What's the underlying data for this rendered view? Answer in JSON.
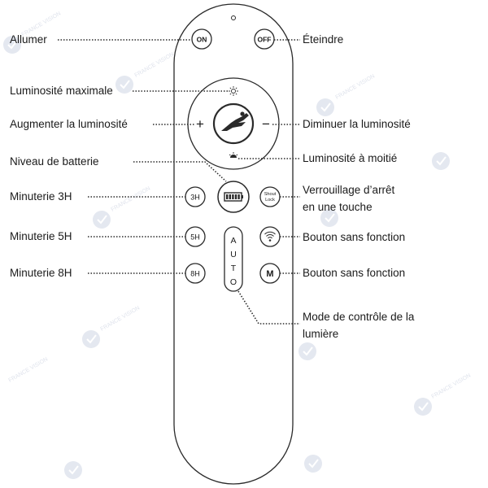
{
  "labels": {
    "allumer": "Allumer",
    "eteindre": "Éteindre",
    "lum_max": "Luminosité maximale",
    "augmenter": "Augmenter la luminosité",
    "diminuer": "Diminuer la luminosité",
    "lum_moitie": "Luminosité à moitié",
    "batterie": "Niveau de batterie",
    "min3": "Minuterie 3H",
    "verrouillage_1": "Verrouillage d’arrêt",
    "verrouillage_2": "en une touche",
    "min5": "Minuterie 5H",
    "sans_fonction_1": "Bouton sans fonction",
    "min8": "Minuterie 8H",
    "sans_fonction_2": "Bouton sans fonction",
    "mode_1": "Mode de contrôle de la",
    "mode_2": "lumière"
  },
  "buttons": {
    "on": "ON",
    "off": "OFF",
    "plus": "+",
    "minus": "−",
    "h3": "3H",
    "h5": "5H",
    "h8": "8H",
    "shout": "Shout",
    "lock": "Lock",
    "auto": [
      "A",
      "U",
      "T",
      "O"
    ],
    "m": "M"
  },
  "watermark": "FRANCE VISION",
  "colors": {
    "outline": "#2a2a2a",
    "text": "#1a1a1a",
    "watermark": "#dfe3ec"
  }
}
